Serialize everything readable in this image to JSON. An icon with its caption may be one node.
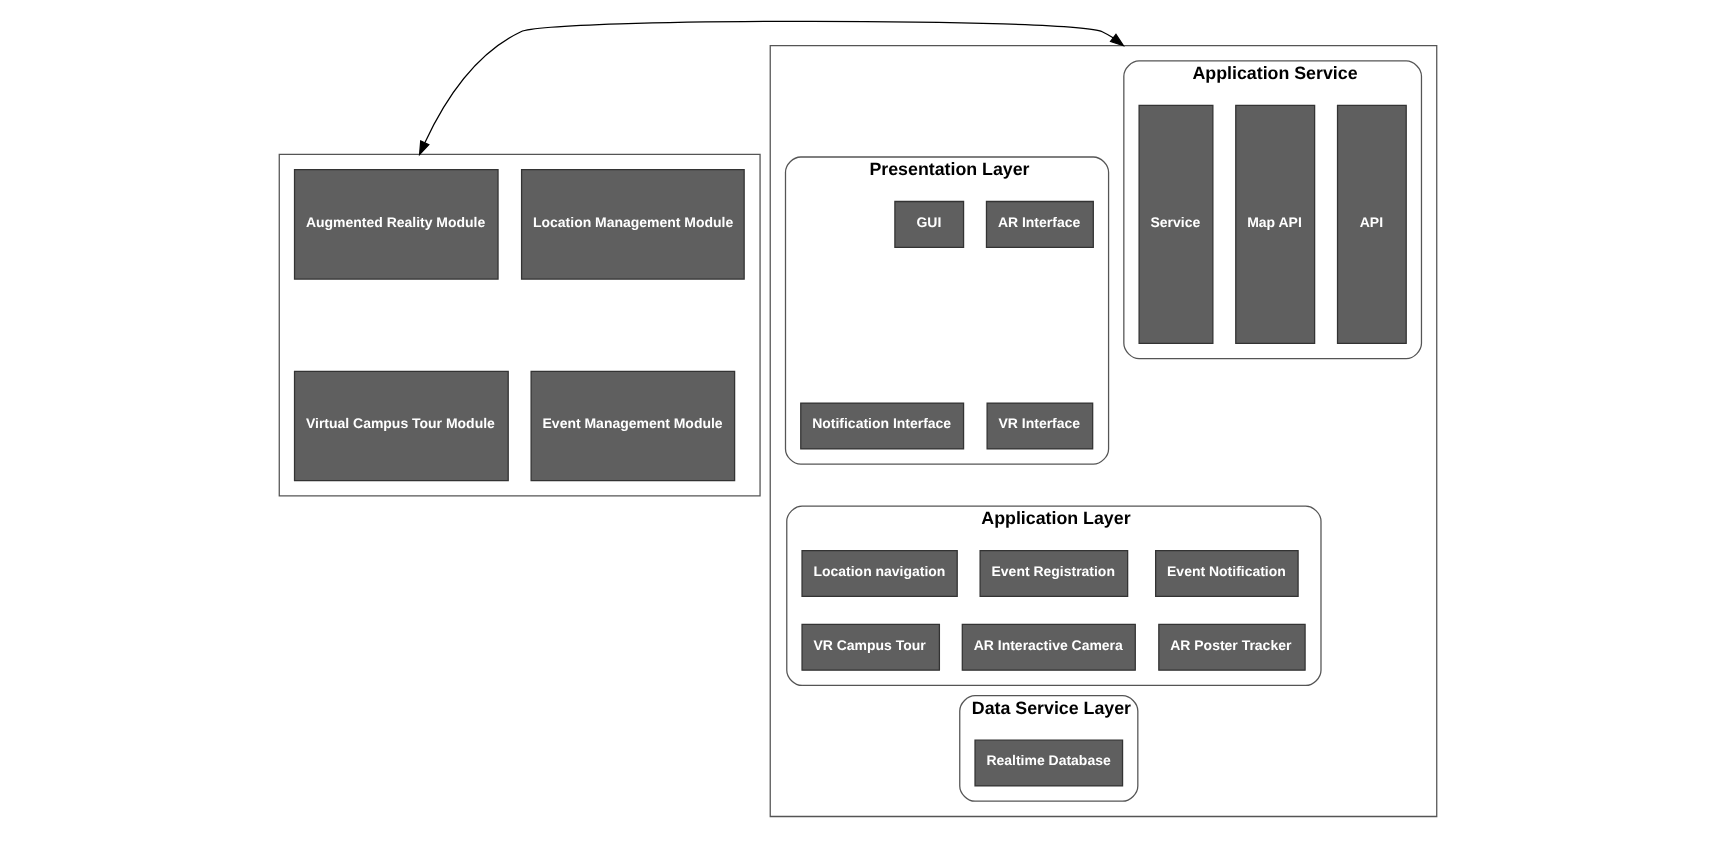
{
  "diagram": {
    "nodes": [
      {
        "text": [],
        "shape": "box"
      },
      {
        "text": [
          "Augmented Reality Module"
        ],
        "in": 0
      },
      {
        "text": [
          "Location Management Module"
        ],
        "in": 0
      },
      {
        "text": [
          "Virtual Campus Tour Module"
        ],
        "in": 0
      },
      {
        "text": [
          "Event Management Module"
        ],
        "in": 0
      },
      {
        "text": [],
        "shape": "box"
      },
      {
        "text": [
          "Application Service"
        ],
        "in": 5
      },
      {
        "text": [
          "Service"
        ],
        "in": 6
      },
      {
        "text": [
          "Map API"
        ],
        "in": 6
      },
      {
        "text": [
          "API"
        ],
        "in": 6
      },
      {
        "text": [
          "Presentation Layer"
        ],
        "in": 5
      },
      {
        "text": [
          "GUI"
        ],
        "in": 10
      },
      {
        "text": [
          "AR Interface"
        ],
        "in": 10
      },
      {
        "text": [
          "Notification Interface"
        ],
        "in": 10
      },
      {
        "text": [
          "VR Interface"
        ],
        "in": 10
      },
      {
        "text": [
          "Application Layer"
        ],
        "in": 5
      },
      {
        "text": [
          "Location navigation"
        ],
        "in": 15
      },
      {
        "text": [
          "Event Registration"
        ],
        "in": 15
      },
      {
        "text": [
          "Event Notification"
        ],
        "in": 15
      },
      {
        "text": [
          "VR Campus Tour"
        ],
        "in": 15
      },
      {
        "text": [
          "AR Interactive Camera"
        ],
        "in": 15
      },
      {
        "text": [
          "AR Poster Tracker"
        ],
        "in": 15
      },
      {
        "text": [
          "Data Service Layer"
        ],
        "in": 5
      },
      {
        "text": [
          "Realtime Database"
        ],
        "in": 22
      }
    ],
    "edges": [
      {
        "from": 0,
        "to": 5,
        "arrow": "both"
      }
    ]
  }
}
